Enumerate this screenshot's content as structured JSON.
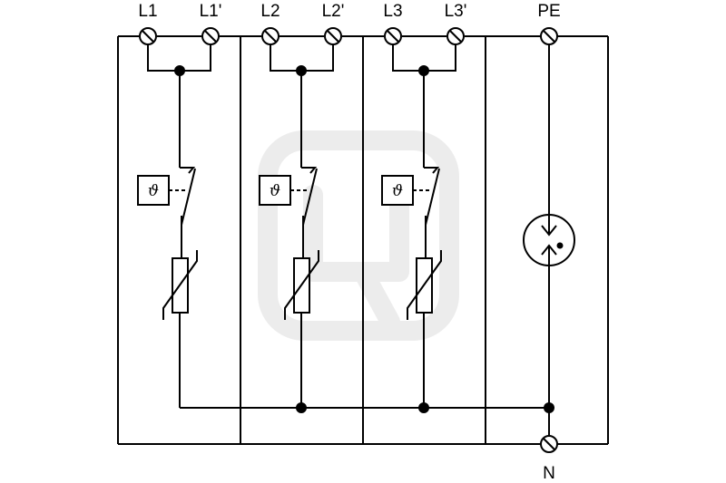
{
  "terminals": {
    "l1": "L1",
    "l1_prime": "L1'",
    "l2": "L2",
    "l2_prime": "L2'",
    "l3": "L3",
    "l3_prime": "L3'",
    "pe": "PE",
    "n": "N"
  },
  "thermal_symbol": "ϑ",
  "colors": {
    "line": "#000000",
    "background": "#ffffff",
    "watermark": "#ececec"
  }
}
